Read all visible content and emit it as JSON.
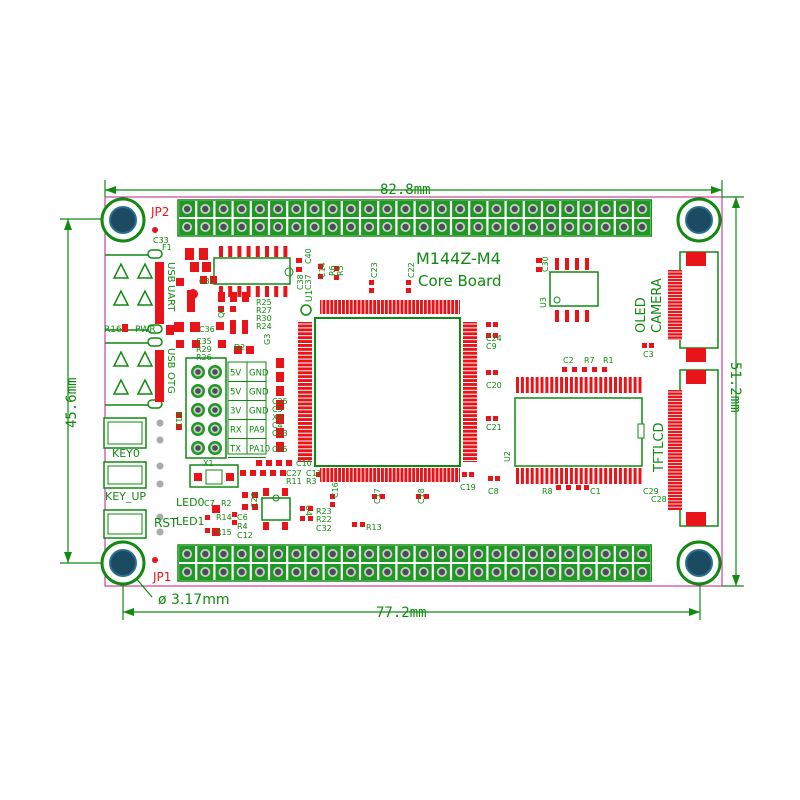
{
  "dimensions": {
    "top_width": "82.8mm",
    "bottom_width": "77.2mm",
    "left_height": "45.6mm",
    "right_height": "51.2mm",
    "hole_diameter": "ø 3.17mm"
  },
  "board": {
    "title": "M144Z-M4",
    "subtitle": "Core Board"
  },
  "headers": {
    "top": "JP2",
    "bottom": "JP1"
  },
  "connectors": {
    "oled": "OLED",
    "camera": "CAMERA",
    "tftlcd": "TFTLCD"
  },
  "usb": {
    "uart_line1": "USB",
    "uart_line2": "UART",
    "otg_line1": "USB",
    "otg_line2": "OTG",
    "pwr": "PWR"
  },
  "keys": {
    "key0": "KEY0",
    "key_up": "KEY_UP",
    "rst": "RST"
  },
  "leds": {
    "led0": "LED0",
    "led1": "LED1"
  },
  "jumpers": [
    {
      "left": "5V",
      "right": "GND"
    },
    {
      "left": "5V",
      "right": "GND"
    },
    {
      "left": "3V",
      "right": "GND"
    },
    {
      "left": "RX",
      "right": "PA9"
    },
    {
      "left": "TX",
      "right": "PA10"
    }
  ],
  "chips": {
    "u1": "U1",
    "u2": "U2",
    "u3": "U3",
    "u4": "U4",
    "x1": "X1",
    "x2": "X2",
    "q1": "Q1",
    "d2": "D2",
    "g3": "G3"
  },
  "parts": {
    "c33": "C33",
    "f1": "F1",
    "c34": "C34",
    "c35": "C35",
    "r29": "R29",
    "r26": "R26",
    "r16": "R16",
    "c36": "C36",
    "r25": "R25",
    "r27": "R27",
    "r30": "R30",
    "r24": "R24",
    "c38": "C38",
    "c37": "C37",
    "c40": "C40",
    "c14": "C14",
    "r6": "R6",
    "r5": "R5",
    "c23": "C23",
    "c22": "C22",
    "c30": "C30",
    "c24": "C24",
    "c9": "C9",
    "c20": "C20",
    "c21": "C21",
    "c19": "C19",
    "c8": "C8",
    "c2": "C2",
    "r7": "R7",
    "r1": "R1",
    "c3": "C3",
    "c25": "C25",
    "c5": "C5",
    "c4": "C4",
    "c13": "C13",
    "c15": "C15",
    "c10": "C10",
    "c27": "C27",
    "c11": "C11",
    "r11": "R11",
    "r3": "R3",
    "c16": "C16",
    "c17": "C17",
    "c18": "C18",
    "r8": "R8",
    "c1": "C1",
    "c29": "C29",
    "c28": "C28",
    "r12": "R12",
    "c7": "C7",
    "r2": "R2",
    "r14": "R14",
    "c6": "C6",
    "r4": "R4",
    "r15": "R15",
    "c12": "C12",
    "c26": "C26",
    "r23": "R23",
    "r22": "R22",
    "c32": "C32",
    "r13": "R13"
  }
}
